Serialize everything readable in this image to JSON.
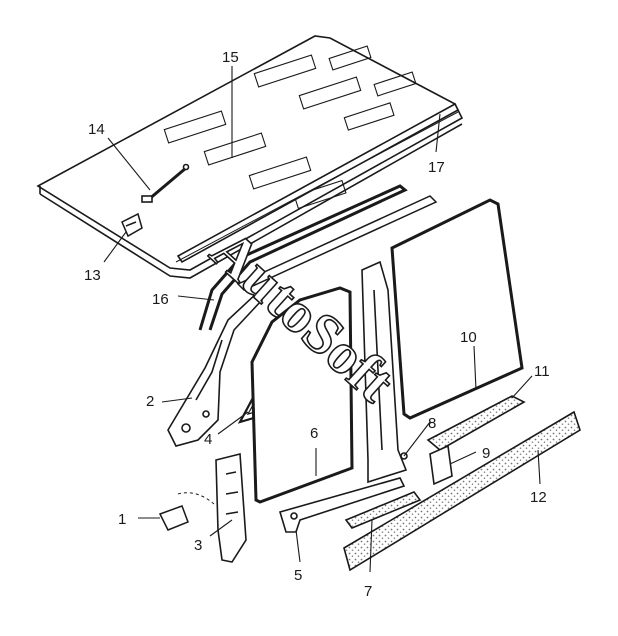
{
  "diagram": {
    "watermark": "AutoSoft",
    "colors": {
      "ink": "#1a1a1a",
      "stipple": "#9a9a9a",
      "background": "#ffffff"
    },
    "callouts": {
      "c1": "1",
      "c2": "2",
      "c3": "3",
      "c4": "4",
      "c5": "5",
      "c6": "6",
      "c7": "7",
      "c8": "8",
      "c9": "9",
      "c10": "10",
      "c11": "11",
      "c12": "12",
      "c13": "13",
      "c14": "14",
      "c15": "15",
      "c16": "16",
      "c17": "17"
    }
  }
}
